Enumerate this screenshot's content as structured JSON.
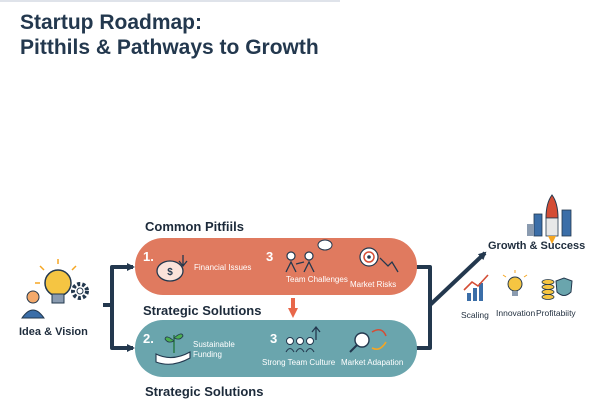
{
  "title": {
    "line1": "Startup Roadmap:",
    "line2": "Pitthils & Pathways to Growth"
  },
  "start": {
    "label": "Idea & Vision",
    "icons": [
      "lightbulb-icon",
      "person-icon",
      "gear-icon"
    ]
  },
  "pitfalls": {
    "heading": "Common Pitfiils",
    "color": "#e07a5f",
    "items": [
      {
        "number": "1.",
        "label": "Financial Issues",
        "icon": "piggy-bank-icon"
      },
      {
        "number": "3",
        "label": "Team Challenges",
        "icon": "team-conflict-icon"
      },
      {
        "number": "",
        "label": "Market Risks",
        "icon": "target-declining-icon"
      }
    ]
  },
  "solutions": {
    "heading_upper": "Strategic Solutions",
    "heading_lower": "Strategic Solutions",
    "color": "#6aa5ad",
    "items": [
      {
        "number": "2.",
        "label_line1": "Sustainable",
        "label_line2": "Funding",
        "icon": "plant-hand-icon"
      },
      {
        "number": "3",
        "label": "Strong Team Culture",
        "icon": "team-growth-icon"
      },
      {
        "number": "",
        "label": "Market Adapation",
        "icon": "magnifier-cycle-icon"
      }
    ]
  },
  "goal": {
    "label": "Growth & Success",
    "icon": "rocket-city-icon",
    "outcomes": [
      {
        "label": "Scaling",
        "icon": "bar-chart-icon"
      },
      {
        "label": "Innovation",
        "icon": "bulb-icon"
      },
      {
        "label": "Profitabiity",
        "icon": "coins-shield-icon"
      }
    ]
  },
  "colors": {
    "arrow": "#23384e",
    "title": "#23384e",
    "down_arrow": "#e8674a"
  }
}
